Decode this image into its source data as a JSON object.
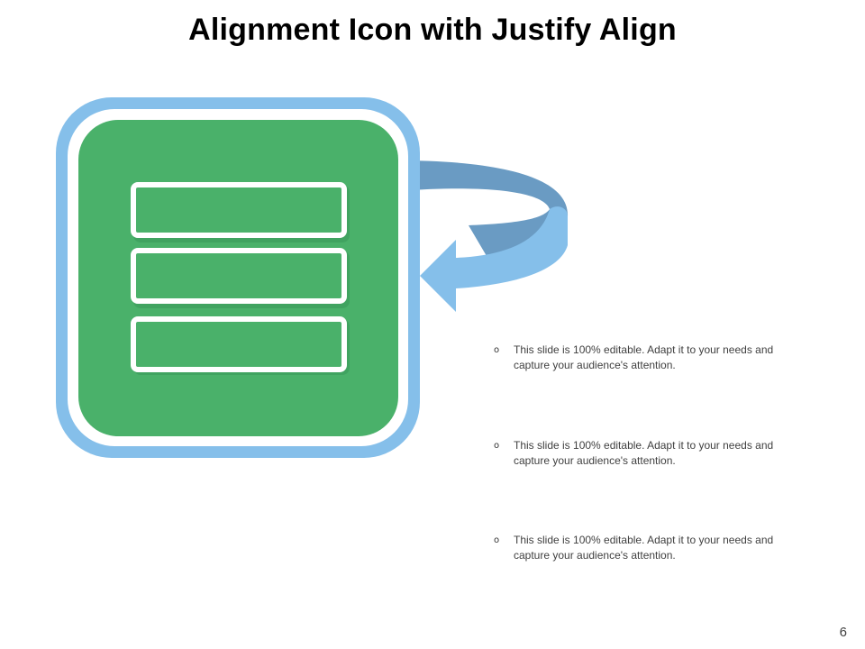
{
  "slide": {
    "title": "Alignment Icon with Justify Align",
    "page_number": "6"
  },
  "bullets": [
    {
      "marker": "o",
      "text": "This slide is 100% editable. Adapt it to your needs and capture your audience's attention."
    },
    {
      "marker": "o",
      "text": "This slide is 100% editable. Adapt it to your needs and capture your audience's attention."
    },
    {
      "marker": "o",
      "text": "This slide is 100% editable. Adapt it to your needs and capture your audience's attention."
    }
  ],
  "icon": {
    "name": "justify-align-icon",
    "arrow": "curved-return-arrow",
    "colors": {
      "frame": "#85bfea",
      "tile": "#4ab16a",
      "bars": "#ffffff",
      "arrow_top": "#6a9bc3",
      "arrow_front": "#85bfea"
    }
  }
}
